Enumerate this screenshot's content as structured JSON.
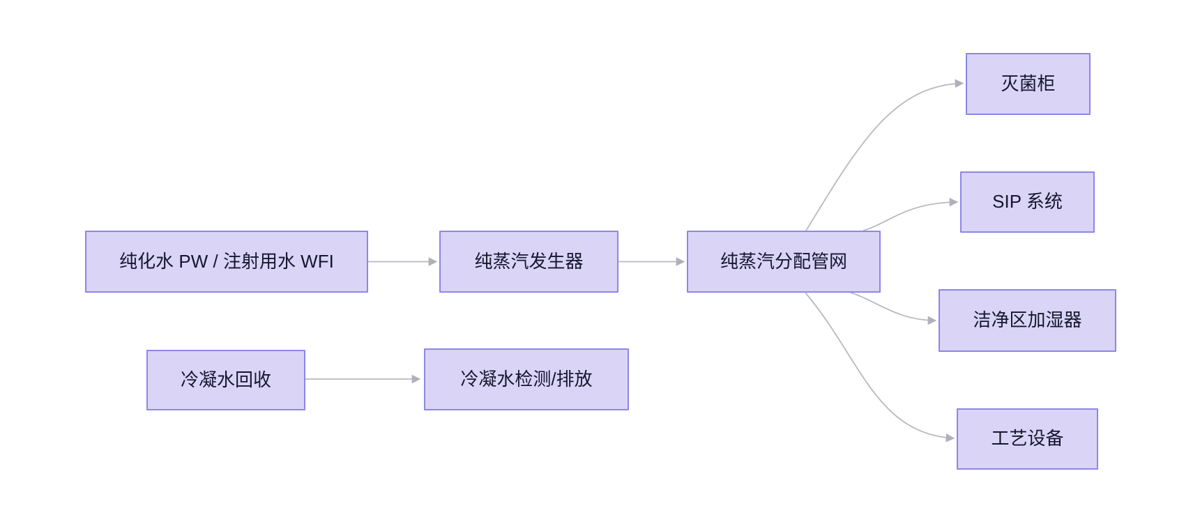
{
  "diagram": {
    "colors": {
      "background": "#ffffff",
      "node_fill": "#dad4f7",
      "node_border": "#8d86e8",
      "node_text": "#16162e",
      "edge": "#b8b8c0"
    },
    "nodes": [
      {
        "id": "pw-wfi",
        "label": "纯化水 PW / 注射用水 WFI"
      },
      {
        "id": "steam-generator",
        "label": "纯蒸汽发生器"
      },
      {
        "id": "steam-network",
        "label": "纯蒸汽分配管网"
      },
      {
        "id": "sterilizer-cabinet",
        "label": "灭菌柜"
      },
      {
        "id": "sip-system",
        "label": "SIP 系统"
      },
      {
        "id": "cleanroom-humidifier",
        "label": "洁净区加湿器"
      },
      {
        "id": "process-equipment",
        "label": "工艺设备"
      },
      {
        "id": "condensate-recovery",
        "label": "冷凝水回收"
      },
      {
        "id": "condensate-test",
        "label": "冷凝水检测/排放"
      }
    ],
    "edges": [
      {
        "from": "pw-wfi",
        "to": "steam-generator"
      },
      {
        "from": "steam-generator",
        "to": "steam-network"
      },
      {
        "from": "steam-network",
        "to": "sterilizer-cabinet"
      },
      {
        "from": "steam-network",
        "to": "sip-system"
      },
      {
        "from": "steam-network",
        "to": "cleanroom-humidifier"
      },
      {
        "from": "steam-network",
        "to": "process-equipment"
      },
      {
        "from": "condensate-recovery",
        "to": "condensate-test"
      }
    ]
  }
}
